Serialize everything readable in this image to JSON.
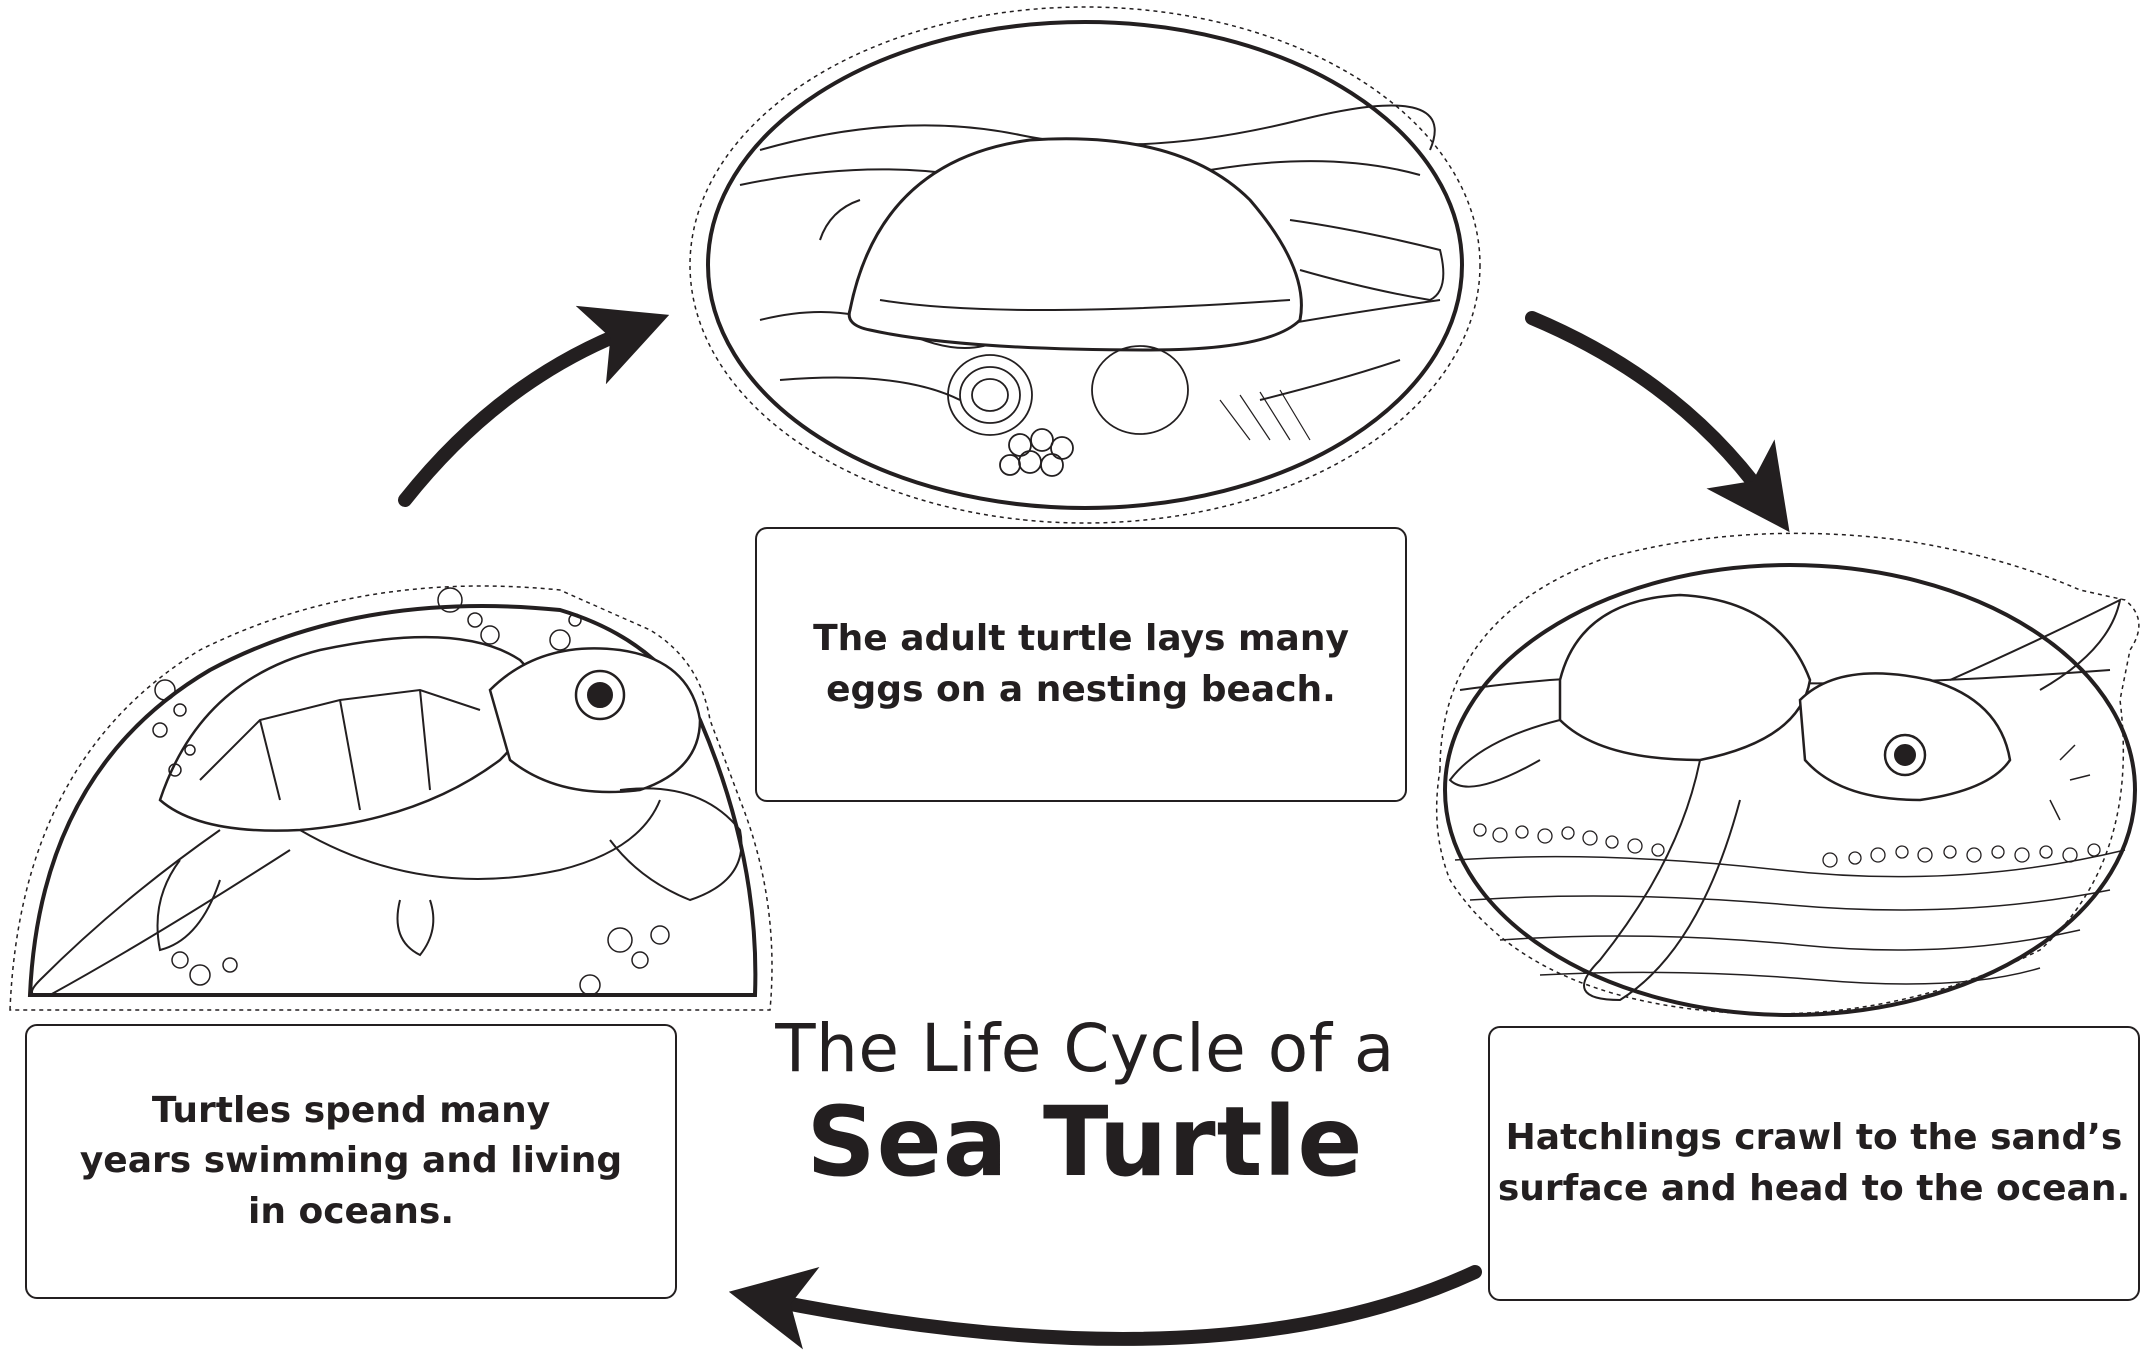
{
  "title": {
    "line1": "The Life Cycle of a",
    "line2": "Sea Turtle"
  },
  "stages": [
    {
      "id": "nesting",
      "caption": "The adult turtle lays many\neggs on a nesting beach."
    },
    {
      "id": "hatchlings",
      "caption": "Hatchlings crawl to the sand’s\nsurface and head to the ocean."
    },
    {
      "id": "adult",
      "caption": "Turtles spend many\nyears swimming and living\nin oceans."
    }
  ],
  "colors": {
    "ink": "#231f20",
    "background": "#ffffff"
  },
  "icons": [
    "curved-arrow-icon",
    "turtle-laying-eggs-illustration",
    "hatchling-illustration",
    "swimming-turtle-illustration"
  ]
}
